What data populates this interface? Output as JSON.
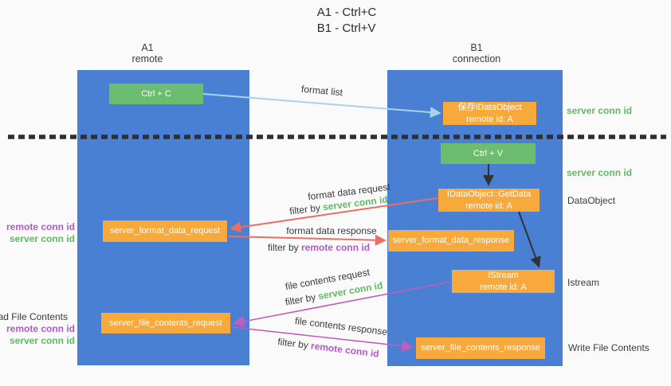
{
  "title": {
    "line1": "A1 - Ctrl+C",
    "line2": "B1 - Ctrl+V"
  },
  "lanes": {
    "a1": {
      "name": "A1",
      "subtitle": "remote"
    },
    "b1": {
      "name": "B1",
      "subtitle": "connection"
    }
  },
  "nodes": {
    "ctrl_c": {
      "label": "Ctrl + C"
    },
    "save_dataobject": {
      "line1": "保存IDataObject",
      "line2": "remote id: A"
    },
    "ctrl_v": {
      "label": "Ctrl + V"
    },
    "getdata": {
      "line1": "IDataObject::GetData",
      "line2": "remote id: A"
    },
    "format_request": {
      "label": "server_format_data_request"
    },
    "format_response": {
      "label": "server_format_data_response"
    },
    "istream": {
      "line1": "IStream",
      "line2": "remote id: A"
    },
    "file_request": {
      "label": "server_file_contents_request"
    },
    "file_response": {
      "label": "server_file_contents_response"
    }
  },
  "arrow_labels": {
    "format_list": "format list",
    "format_data_request": "format data request",
    "format_data_response": "format data response",
    "file_contents_request": "file contents request",
    "file_contents_response": "file contents response",
    "filter_by": "filter by",
    "server_conn_id": "server conn id",
    "remote_conn_id": "remote conn id"
  },
  "side_labels": {
    "right": {
      "server_conn_id_top": "server conn id",
      "server_conn_id_mid": "server conn id",
      "dataobject": "DataObject",
      "istream": "Istream",
      "write_file_contents": "Write File Contents"
    },
    "left": {
      "remote_conn_id_top": "remote conn id",
      "server_conn_id_top": "server conn id",
      "read_file_contents": "Read File Contents",
      "remote_conn_id_bottom": "remote conn id",
      "server_conn_id_bottom": "server conn id"
    }
  },
  "colors": {
    "lane_blue": "#4a80d4",
    "box_green": "#6dbd70",
    "box_orange": "#f8a93c",
    "green_text": "#5fba64",
    "purple_text": "#b159c5",
    "red_arrow": "#ee6c60",
    "magenta_arrow": "#c35cbb",
    "lightblue_arrow": "#a8d2ee",
    "black_arrow": "#333333"
  }
}
